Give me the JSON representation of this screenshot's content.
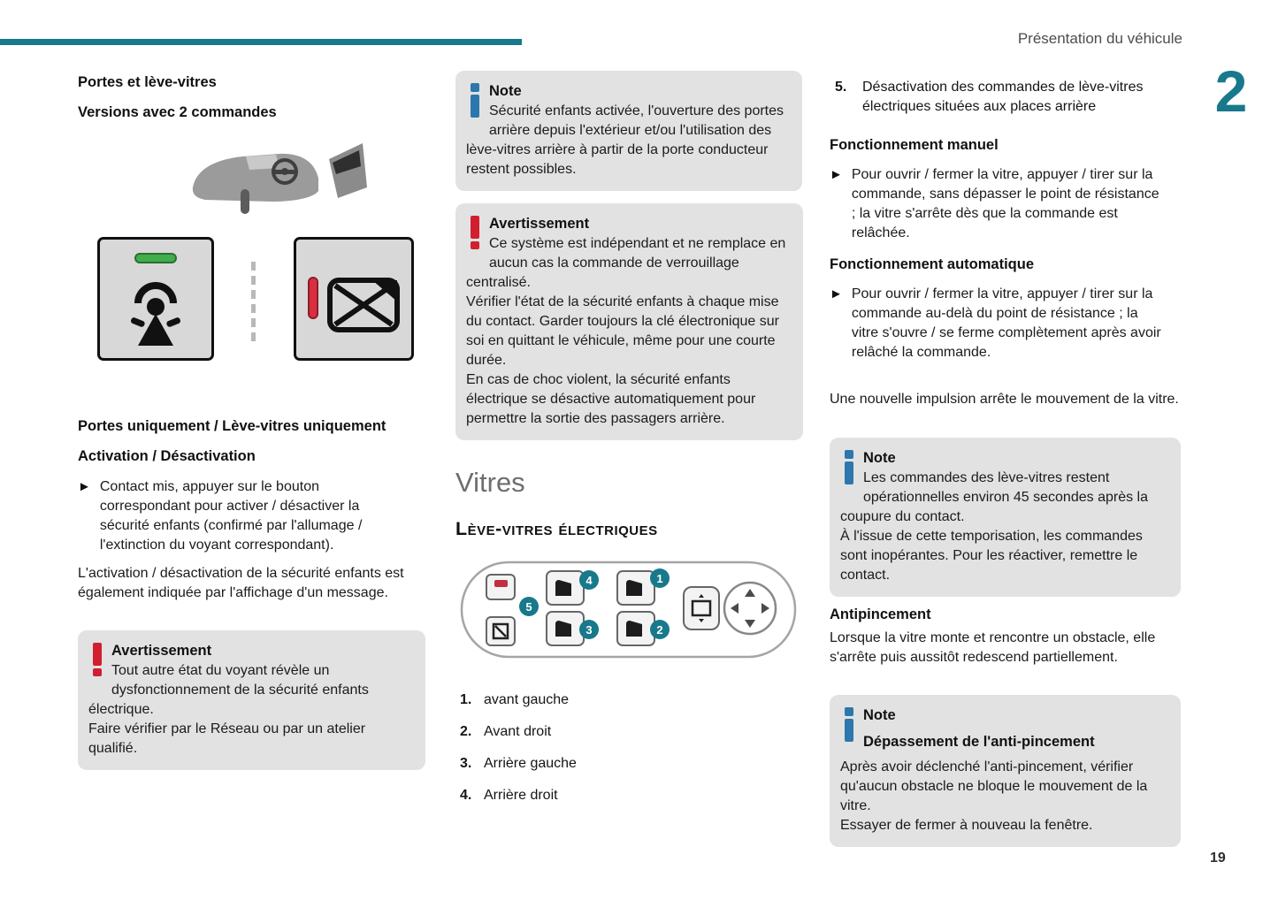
{
  "header": {
    "title": "Présentation du véhicule",
    "chapter": "2",
    "page_number": "19"
  },
  "colors": {
    "teal": "#17798b",
    "note_blue": "#2d77ad",
    "warning_red": "#d11f2f",
    "box_gray": "#e2e2e2"
  },
  "icons": {
    "bullet_arrow": "►"
  },
  "left": {
    "heading_doors": "Portes et lève-vitres",
    "heading_versions": "Versions avec 2 commandes",
    "heading_only": "Portes uniquement / Lève-vitres uniquement",
    "heading_activation": "Activation / Désactivation",
    "bullet_contact": "Contact mis, appuyer sur le bouton correspondant pour activer / désactiver la sécurité enfants (confirmé par l'allumage / l'extinction du voyant correspondant).",
    "para_message": "L'activation / désactivation de la sécurité enfants est également indiquée par l'affichage d'un message.",
    "warning": {
      "title": "Avertissement",
      "body": "Tout autre état du voyant révèle un dysfonctionnement de la sécurité enfants électrique.\nFaire vérifier par le Réseau ou par un atelier qualifié."
    }
  },
  "middle": {
    "note": {
      "title": "Note",
      "body": "Sécurité enfants activée, l'ouverture des portes arrière depuis l'extérieur et/ou l'utilisation des lève-vitres arrière à partir de la porte conducteur restent possibles."
    },
    "warning": {
      "title": "Avertissement",
      "body": "Ce système est indépendant et ne remplace en aucun cas la commande de verrouillage centralisé.\nVérifier l'état de la sécurité enfants à chaque mise du contact. Garder toujours la clé électronique sur soi en quittant le véhicule, même pour une courte durée.\nEn cas de choc violent, la sécurité enfants électrique se désactive automatiquement pour permettre la sortie des passagers arrière."
    },
    "section_title": "Vitres",
    "subsection_title": "Lève-vitres électriques",
    "diagram_numbers": [
      "1",
      "2",
      "3",
      "4",
      "5"
    ],
    "list": [
      {
        "num": "1.",
        "label": "avant gauche"
      },
      {
        "num": "2.",
        "label": "Avant droit"
      },
      {
        "num": "3.",
        "label": "Arrière gauche"
      },
      {
        "num": "4.",
        "label": "Arrière droit"
      }
    ]
  },
  "right": {
    "item5": {
      "num": "5.",
      "text": "Désactivation des commandes de lève-vitres électriques situées aux places arrière"
    },
    "heading_manual": "Fonctionnement manuel",
    "bullet_manual": "Pour ouvrir / fermer la vitre, appuyer / tirer sur la commande, sans dépasser le point de résistance ; la vitre s'arrête dès que la commande est relâchée.",
    "heading_auto": "Fonctionnement automatique",
    "bullet_auto": "Pour ouvrir / fermer la vitre, appuyer / tirer sur la commande au-delà du point de résistance ; la vitre s'ouvre / se ferme complètement après avoir relâché la commande.",
    "para_impulsion": "Une nouvelle impulsion arrête le mouvement de la vitre.",
    "note_timer": {
      "title": "Note",
      "body": "Les commandes des lève-vitres restent opérationnelles environ 45 secondes après la coupure du contact.\nÀ l'issue de cette temporisation, les commandes sont inopérantes. Pour les réactiver, remettre le contact."
    },
    "heading_antipinch": "Antipincement",
    "para_antipinch": "Lorsque la vitre monte et rencontre un obstacle, elle s'arrête puis aussitôt redescend partiellement.",
    "note_antipinch": {
      "title": "Note",
      "subtitle": "Dépassement de l'anti-pincement",
      "body": "Après avoir déclenché l'anti-pincement, vérifier qu'aucun obstacle ne bloque le mouvement de la vitre.\nEssayer de fermer à nouveau la fenêtre."
    }
  }
}
